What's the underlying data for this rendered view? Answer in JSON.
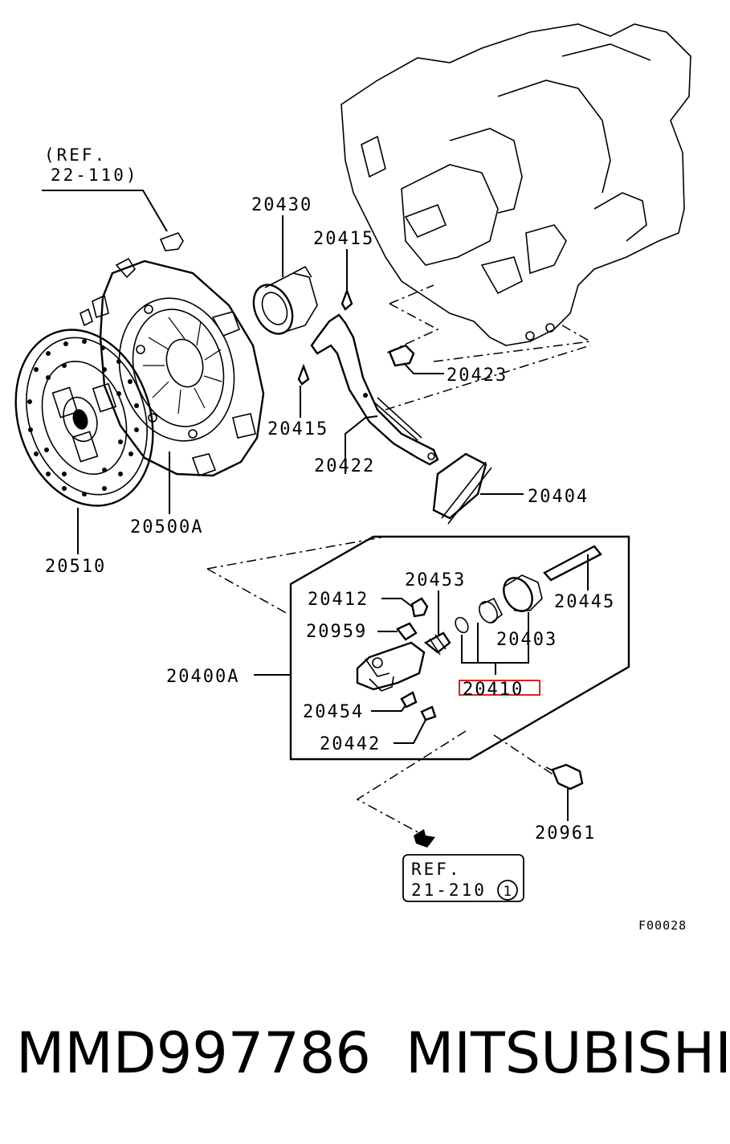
{
  "ref_top": {
    "line1": "(REF.",
    "line2": "22-110)"
  },
  "ref_bottom": {
    "line1": "REF.",
    "line2": "21-210",
    "circled": "1"
  },
  "labels": {
    "p20430": "20430",
    "p20415a": "20415",
    "p20415b": "20415",
    "p20423": "20423",
    "p20422": "20422",
    "p20404": "20404",
    "p20500A": "20500A",
    "p20510": "20510",
    "p20453": "20453",
    "p20412": "20412",
    "p20445": "20445",
    "p20959": "20959",
    "p20403": "20403",
    "p20400A": "20400A",
    "p20410": "20410",
    "p20454": "20454",
    "p20442": "20442",
    "p20961": "20961"
  },
  "highlight_color": "#e02020",
  "figure_code": "F00028",
  "footer": {
    "part_number": "MMD997786",
    "brand": "MITSUBISHI"
  }
}
